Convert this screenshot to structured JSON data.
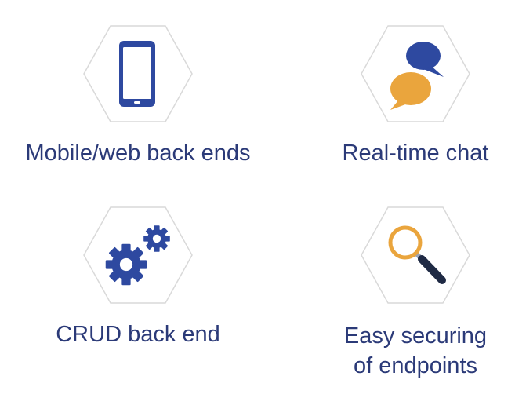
{
  "items": [
    {
      "label_lines": [
        "Mobile/web back ends"
      ],
      "icon": "mobile-phone-icon"
    },
    {
      "label_lines": [
        "Real-time chat"
      ],
      "icon": "chat-bubbles-icon"
    },
    {
      "label_lines": [
        "CRUD back end"
      ],
      "icon": "gears-icon"
    },
    {
      "label_lines": [
        "Easy securing",
        "of endpoints"
      ],
      "icon": "magnifying-glass-icon"
    }
  ],
  "colors": {
    "text": "#2b3a78",
    "primary_blue": "#2e49a0",
    "accent_orange": "#eaa53d",
    "hex_border": "#d9d9d9"
  }
}
